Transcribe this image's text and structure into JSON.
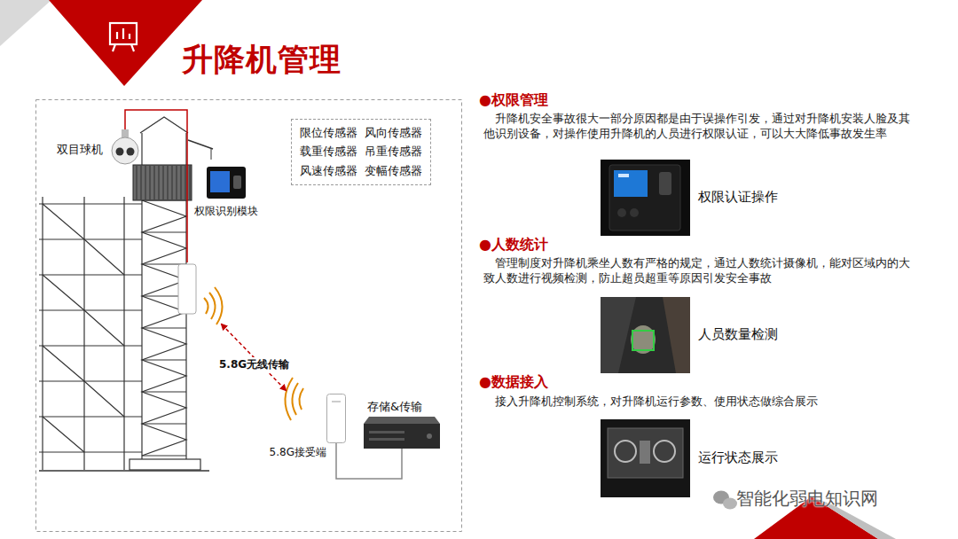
{
  "diagram": {
    "title": "升降机管理",
    "nodes": [
      {
        "text": [
          "双目球机"
        ]
      },
      {
        "text": [
          "限位传感器",
          "风向传感器",
          "载重传感器",
          "吊重传感器",
          "风速传感器",
          "变幅传感器"
        ]
      },
      {
        "text": [
          "权限识别模块"
        ]
      },
      {
        "text": [
          "5.8G接受端"
        ]
      },
      {
        "text": [
          "存储&传输"
        ]
      },
      {
        "text": [
          "权限认证操作"
        ]
      },
      {
        "text": [
          "人员数量检测"
        ]
      },
      {
        "text": [
          "运行状态展示"
        ]
      }
    ],
    "edges": [
      {
        "from": 3,
        "to": 4,
        "arrow": "none"
      }
    ],
    "labels": [
      "5.8G无线传输",
      "●权限管理",
      "升降机安全事故很大一部分原因都是由于误操作引发，通过对升降机安装人脸及其他识别设备，对操作使用升降机的人员进行权限认证，可以大大降低事故发生率",
      "●人数统计",
      "管理制度对升降机乘坐人数有严格的规定，通过人数统计摄像机，能对区域内的大致人数进行视频检测，防止超员超重等原因引发安全事故",
      "●数据接入",
      "接入升降机控制系统，对升降机运行参数、使用状态做综合展示",
      "智能化弱电知识网"
    ]
  }
}
